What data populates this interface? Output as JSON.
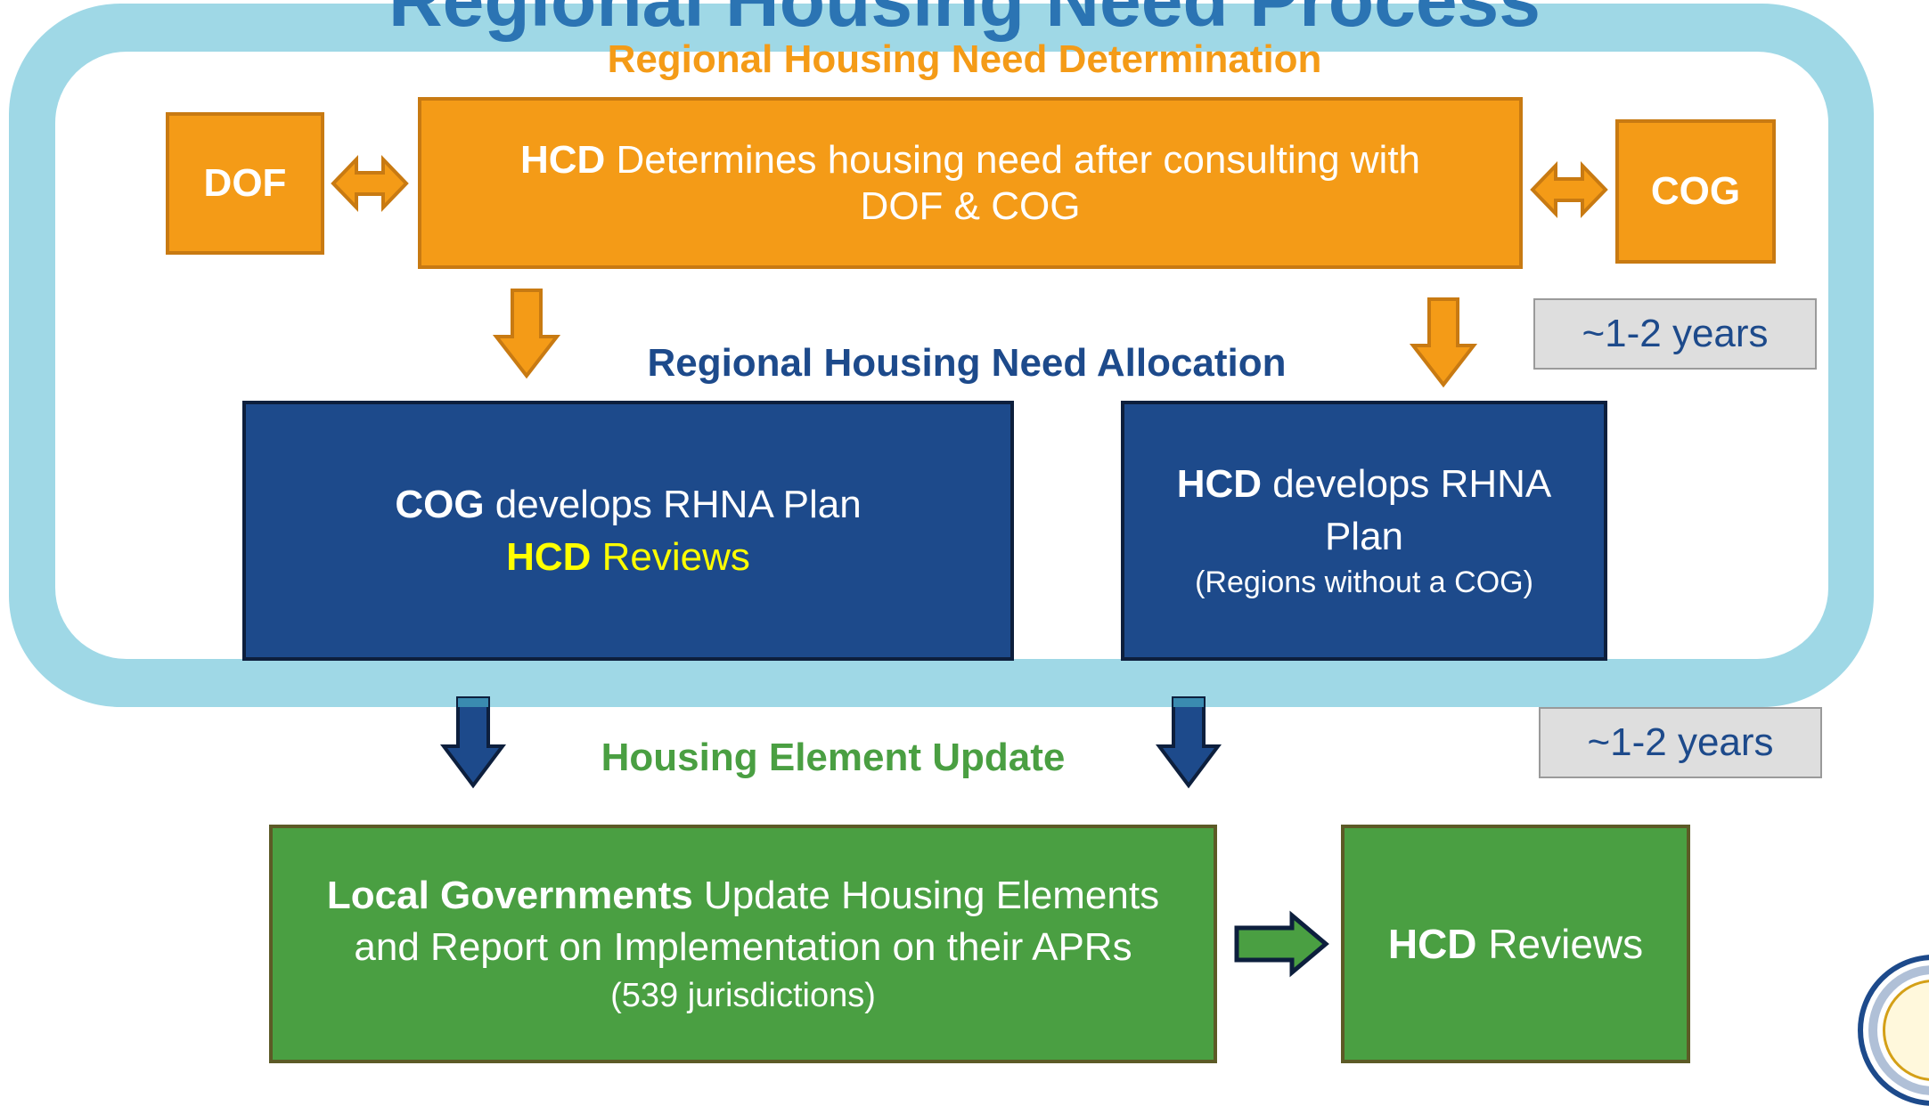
{
  "title": "Regional Housing Need Process",
  "sections": {
    "determination": "Regional Housing Need Determination",
    "allocation": "Regional Housing Need Allocation",
    "housing_element": "Housing Element Update"
  },
  "boxes": {
    "dof": "DOF",
    "cog": "COG",
    "hcd_determines": {
      "bold": "HCD",
      "line1_rest": " Determines housing need after consulting with",
      "line2": "DOF & COG"
    },
    "cog_develops": {
      "bold": "COG",
      "line1_rest": " develops RHNA Plan",
      "line2_bold": "HCD",
      "line2_rest": " Reviews"
    },
    "hcd_develops": {
      "bold": "HCD",
      "line1_rest": " develops RHNA",
      "line2": "Plan",
      "line3": "(Regions without a COG)"
    },
    "local_gov": {
      "bold": "Local Governments",
      "line1_rest": " Update Housing Elements",
      "line2": "and Report on Implementation on their APRs",
      "line3": "(539 jurisdictions)"
    },
    "hcd_reviews": {
      "bold": "HCD",
      "rest": " Reviews"
    }
  },
  "timelines": {
    "upper": "~1-2 years",
    "lower": "~1-2 years"
  },
  "colors": {
    "frame": "#9fd8e6",
    "orange": "#f49b17",
    "blue": "#1d4a8b",
    "green": "#4a9f42",
    "title": "#2b74b3"
  },
  "icons": {
    "double_arrow": "left-right-arrow",
    "down_arrow": "down-arrow",
    "right_arrow": "right-arrow",
    "seal": "hcd-seal"
  }
}
